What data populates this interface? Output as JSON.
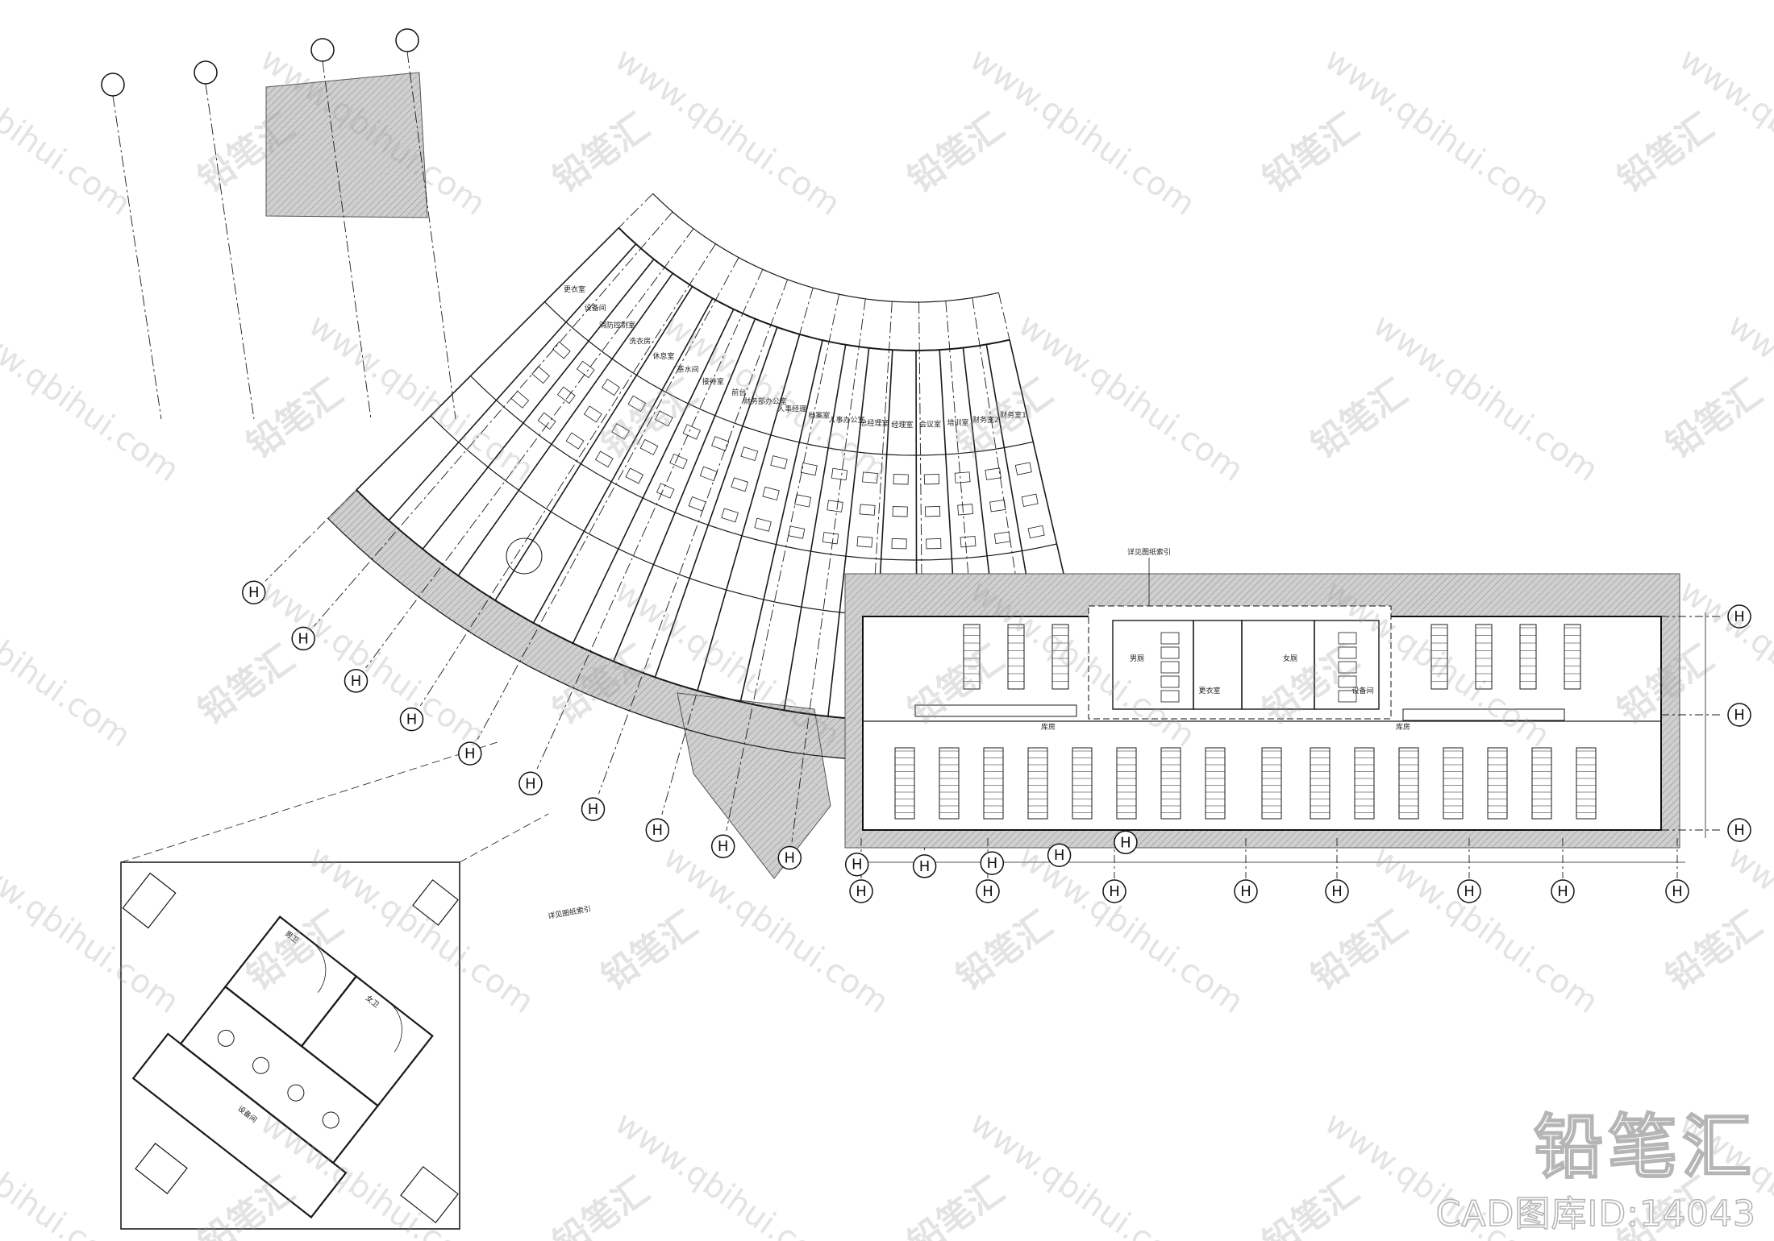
{
  "watermark": {
    "site": "www.qbihui.com",
    "brand": "铅笔汇"
  },
  "brand_logo": "铅笔汇",
  "brand_id": "CAD图库ID:14043",
  "grid_labels": {
    "curved": [
      "H",
      "H",
      "H",
      "H",
      "H",
      "H",
      "H",
      "H",
      "H",
      "H",
      "H",
      "H",
      "H",
      "H",
      "H"
    ],
    "right_columns": [
      "H",
      "H",
      "H",
      "H",
      "H",
      "H",
      "H",
      "H"
    ],
    "right_rows": [
      "H",
      "H",
      "H"
    ]
  },
  "room_labels": {
    "curved_wing": [
      "财务室1",
      "财务室2",
      "培训室",
      "会议室",
      "经理室",
      "总经理室",
      "人事办公室",
      "档案室",
      "人事经理",
      "财务部办公室",
      "前台",
      "接待室",
      "茶水间",
      "休息室",
      "洗衣房",
      "消防控制室",
      "设备间",
      "更衣室"
    ],
    "right_block": [
      "男厕",
      "女厕",
      "更衣室",
      "设备间",
      "库房",
      "库房"
    ],
    "detail": [
      "男卫",
      "女卫",
      "设备间"
    ]
  },
  "notes": {
    "right_block_index": "详见图纸索引",
    "curved_index": "详见图纸索引"
  }
}
